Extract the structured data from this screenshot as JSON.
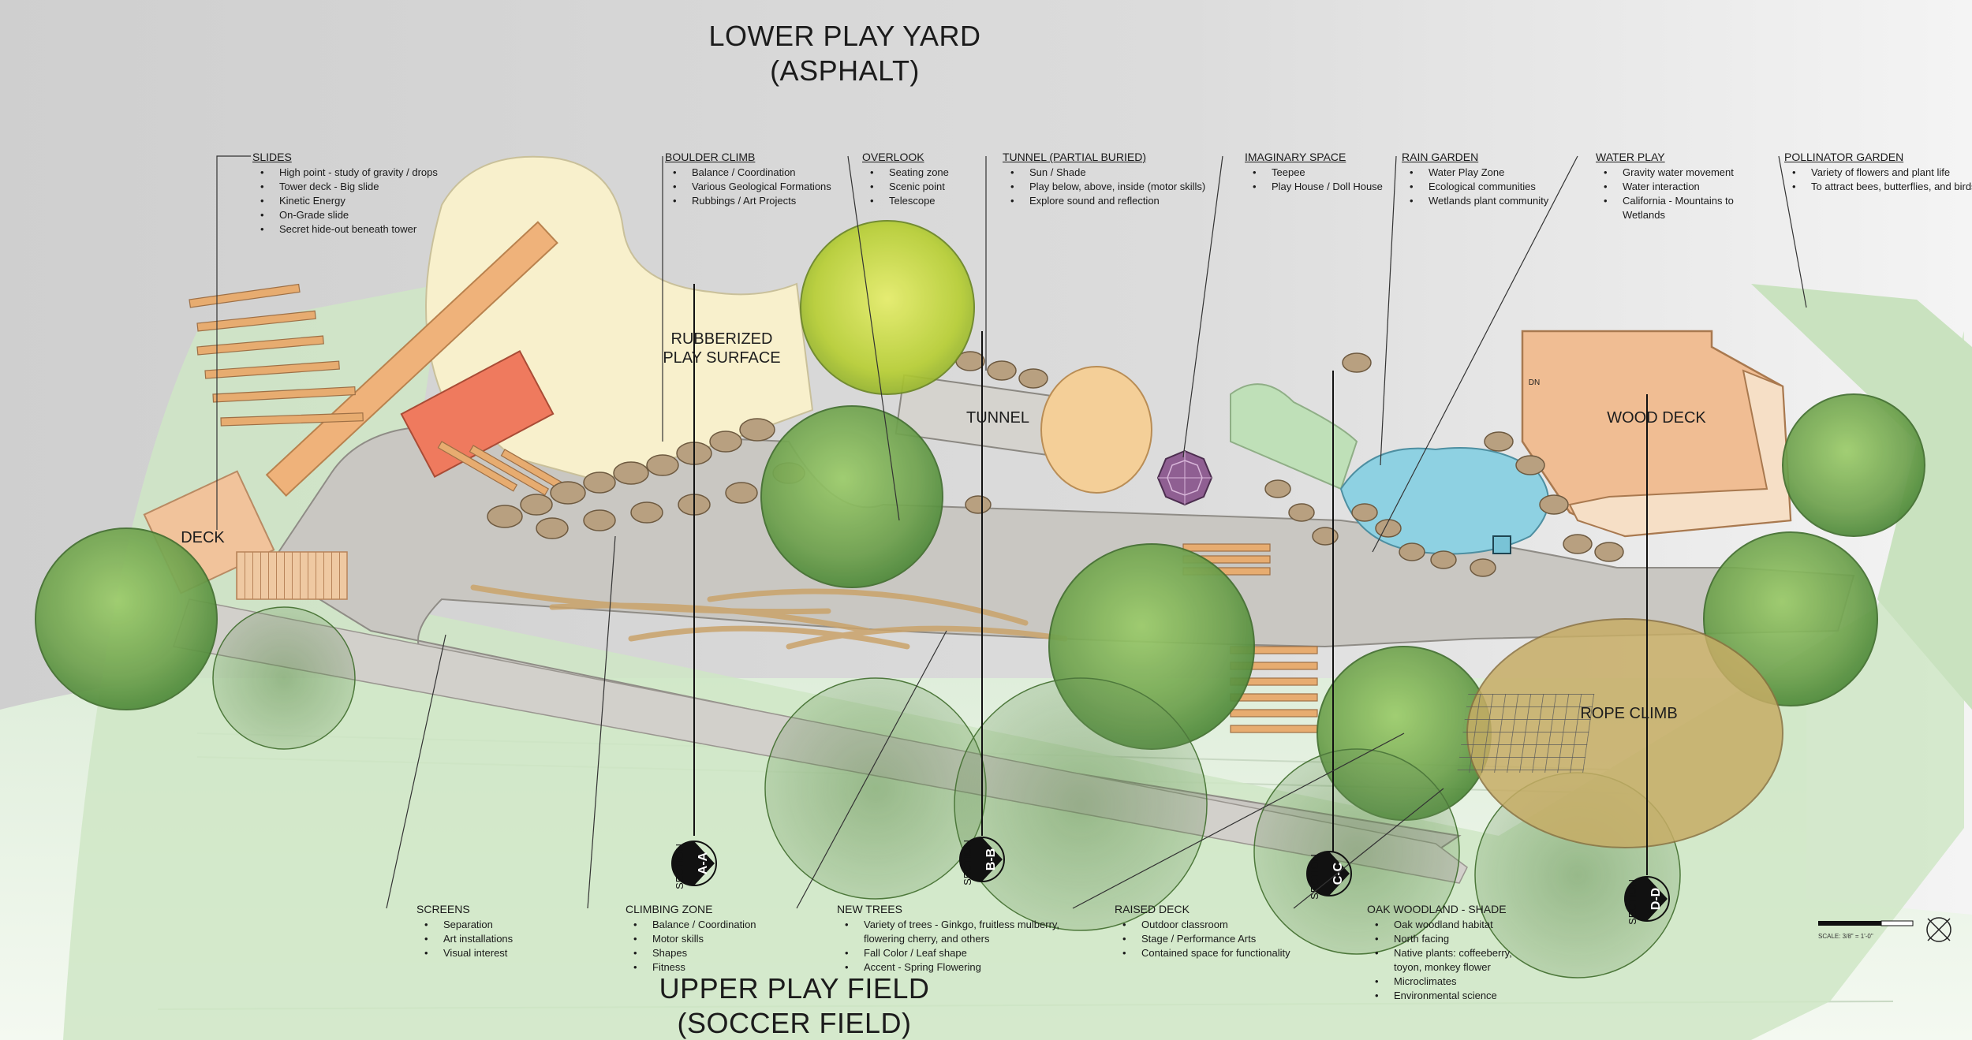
{
  "titles": {
    "top_line1": "LOWER PLAY YARD",
    "top_line2": "(ASPHALT)",
    "bottom_line1": "UPPER PLAY FIELD",
    "bottom_line2": "(SOCCER FIELD)"
  },
  "zones": {
    "rubberized": "RUBBERIZED\nPLAY SURFACE",
    "tunnel": "TUNNEL",
    "wood_deck": "WOOD DECK",
    "deck": "DECK",
    "rope_climb": "ROPE CLIMB",
    "dn": "DN"
  },
  "notes": [
    {
      "title": "SLIDES",
      "items": [
        "High point - study of gravity / drops",
        "Tower deck - Big slide",
        "Kinetic Energy",
        "On-Grade slide",
        "Secret hide-out beneath tower"
      ]
    },
    {
      "title": "BOULDER CLIMB",
      "items": [
        "Balance / Coordination",
        "Various Geological Formations",
        "Rubbings / Art Projects"
      ]
    },
    {
      "title": "OVERLOOK",
      "items": [
        "Seating zone",
        "Scenic point",
        "Telescope"
      ]
    },
    {
      "title": "TUNNEL (PARTIAL BURIED)",
      "items": [
        "Sun / Shade",
        "Play below, above, inside  (motor skills)",
        "Explore sound and reflection"
      ]
    },
    {
      "title": "IMAGINARY SPACE",
      "items": [
        "Teepee",
        "Play House / Doll House"
      ]
    },
    {
      "title": "RAIN GARDEN",
      "items": [
        "Water Play Zone",
        "Ecological communities",
        "Wetlands plant community"
      ]
    },
    {
      "title": "WATER PLAY",
      "items": [
        "Gravity water movement",
        "Water interaction",
        "California - Mountains to\nWetlands"
      ]
    },
    {
      "title": "POLLINATOR GARDEN",
      "items": [
        "Variety of flowers and plant life",
        "To attract bees, butterflies, and birds"
      ]
    },
    {
      "title": "SCREENS",
      "items": [
        "Separation",
        "Art installations",
        "Visual interest"
      ]
    },
    {
      "title": "CLIMBING ZONE",
      "items": [
        "Balance / Coordination",
        "Motor skills",
        "Shapes",
        "Fitness"
      ]
    },
    {
      "title": "NEW TREES",
      "items": [
        "Variety of trees - Ginkgo, fruitless mulberry,\nflowering cherry, and others",
        "Fall Color / Leaf shape",
        "Accent - Spring Flowering"
      ]
    },
    {
      "title": "RAISED DECK",
      "items": [
        "Outdoor classroom",
        "Stage / Performance Arts",
        "Contained space for functionality"
      ]
    },
    {
      "title": "OAK WOODLAND - SHADE",
      "items": [
        "Oak woodland habitat",
        "North facing",
        "Native plants: coffeeberry,\ntoyon, monkey flower",
        "Microclimates",
        "Environmental science"
      ]
    }
  ],
  "sections": [
    {
      "label": "SECTION",
      "mark": "A-A"
    },
    {
      "label": "SECTION",
      "mark": "B-B"
    },
    {
      "label": "SECTION",
      "mark": "C-C"
    },
    {
      "label": "SECTION",
      "mark": "D-D"
    }
  ],
  "scale": {
    "text": "SCALE: 3/8\" = 1'-0\""
  },
  "colors": {
    "asphalt": "#d7d7d7",
    "field": "#e4f0df",
    "walkway": "#c7c5c0",
    "rubber": "#f7f0cd",
    "tree": "#7fae5a",
    "tree_yellow": "#b7cc3a",
    "wood": "#e7b58a",
    "wood_dark": "#c98b4c",
    "red_deck": "#ef7a5e",
    "water": "#8ecfe0",
    "rope": "#c9ad62",
    "boulder": "#b8a080",
    "sand": "#f5d4a4",
    "teepee": "#9b6f9b"
  }
}
